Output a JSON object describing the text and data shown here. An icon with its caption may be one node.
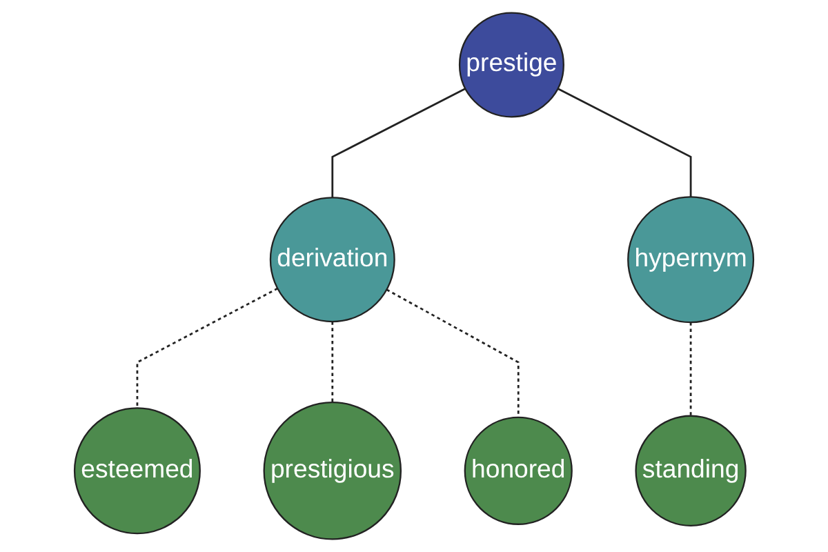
{
  "diagram": {
    "nodes": [
      {
        "text": [
          "esteemed"
        ]
      },
      {
        "text": [
          "prestige"
        ]
      },
      {
        "text": [
          "derivation"
        ]
      },
      {
        "text": [
          "prestigious"
        ]
      },
      {
        "text": [
          "hypernym"
        ]
      },
      {
        "text": [
          "honored"
        ]
      },
      {
        "text": [
          "standing"
        ]
      }
    ],
    "edges": [
      {
        "from": 1,
        "to": 2,
        "arrow": "none"
      },
      {
        "from": 1,
        "to": 4,
        "arrow": "none"
      },
      {
        "from": 2,
        "to": 0,
        "arrow": "none",
        "style": "dashed"
      },
      {
        "from": 2,
        "to": 3,
        "arrow": "none",
        "style": "dashed"
      },
      {
        "from": 2,
        "to": 5,
        "arrow": "none",
        "style": "dashed"
      },
      {
        "from": 4,
        "to": 6,
        "arrow": "none",
        "style": "dashed"
      }
    ]
  }
}
